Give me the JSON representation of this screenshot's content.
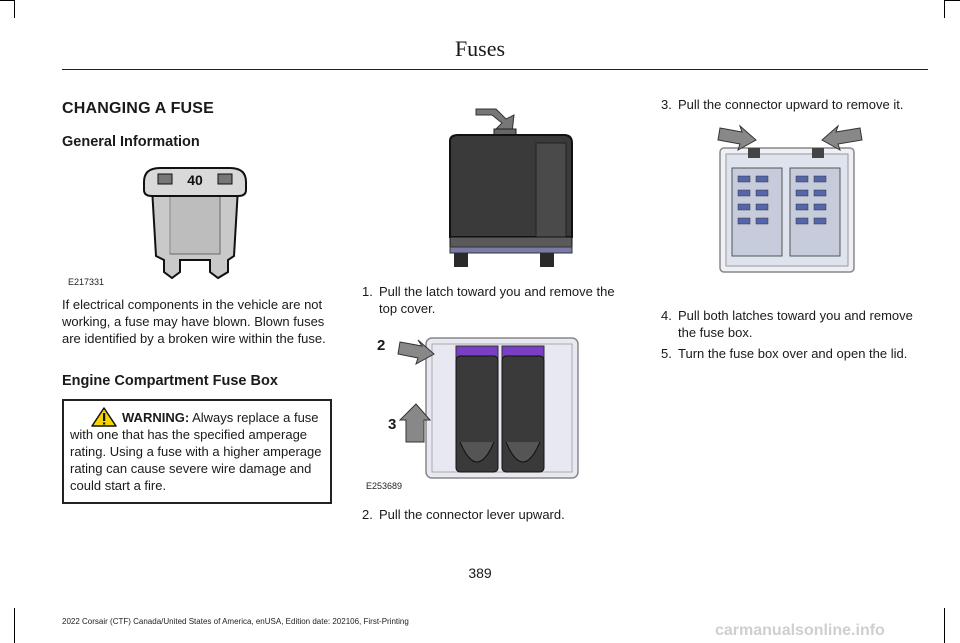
{
  "header": {
    "title": "Fuses"
  },
  "left": {
    "heading": "CHANGING A FUSE",
    "subheading": "General Information",
    "figure_label": "E217331",
    "fuse_label": "40",
    "paragraph": "If electrical components in the vehicle are not working, a fuse may have blown. Blown fuses are identified by a broken wire within the fuse.",
    "subheading2": "Engine Compartment Fuse Box",
    "warning_label": "WARNING:",
    "warning_text": "Always replace a fuse with one that has the specified amperage rating. Using a fuse with a higher amperage rating can cause severe wire damage and could start a fire."
  },
  "middle": {
    "step1_num": "1.",
    "step1_line1": "Pull the latch toward you and remove the",
    "step1_line2": "top cover.",
    "callout_2": "2",
    "callout_3": "3",
    "figure_label": "E253689",
    "step2_num": "2.",
    "step2_text": "Pull the connector lever upward."
  },
  "right": {
    "step3_num": "3.",
    "step3_text": "Pull the connector upward to remove it.",
    "step4_num": "4.",
    "step4_line1": "Pull both latches toward you and remove",
    "step4_line2": "the fuse box.",
    "step5_num": "5.",
    "step5_text": "Turn the fuse box over and open the lid."
  },
  "page_number": "389",
  "footer": "2022 Corsair (CTF) Canada/United States of America, enUSA, Edition date: 202106, First-Printing",
  "watermark": "carmanualsonline.info"
}
